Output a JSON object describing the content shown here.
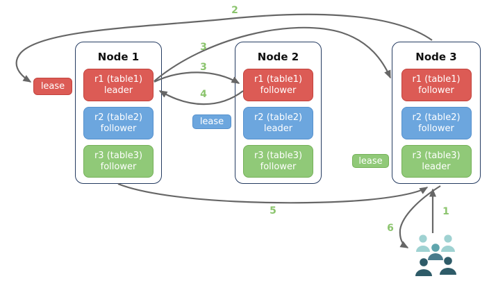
{
  "nodes": [
    {
      "title": "Node 1",
      "replicas": [
        {
          "line1": "r1 (table1)",
          "line2": "leader",
          "color": "red"
        },
        {
          "line1": "r2 (table2)",
          "line2": "follower",
          "color": "blue"
        },
        {
          "line1": "r3 (table3)",
          "line2": "follower",
          "color": "green"
        }
      ]
    },
    {
      "title": "Node 2",
      "replicas": [
        {
          "line1": "r1 (table1)",
          "line2": "follower",
          "color": "red"
        },
        {
          "line1": "r2 (table2)",
          "line2": "leader",
          "color": "blue"
        },
        {
          "line1": "r3 (table3)",
          "line2": "follower",
          "color": "green"
        }
      ]
    },
    {
      "title": "Node 3",
      "replicas": [
        {
          "line1": "r1 (table1)",
          "line2": "follower",
          "color": "red"
        },
        {
          "line1": "r2 (table2)",
          "line2": "follower",
          "color": "blue"
        },
        {
          "line1": "r3 (table3)",
          "line2": "leader",
          "color": "green"
        }
      ]
    }
  ],
  "leases": {
    "red": {
      "label": "lease"
    },
    "blue": {
      "label": "lease"
    },
    "green": {
      "label": "lease"
    }
  },
  "steps": {
    "s1": "1",
    "s2": "2",
    "s3a": "3",
    "s3b": "3",
    "s4": "4",
    "s5": "5",
    "s6": "6"
  },
  "icons": {
    "users": "users-group-icon"
  },
  "colors": {
    "background": "#ffffff",
    "red_fill": "#dc5b55",
    "red_border": "#c2423c",
    "blue_fill": "#6ca6de",
    "blue_border": "#5590cc",
    "green_fill": "#90c978",
    "green_border": "#74b058",
    "node_border": "#233a60",
    "arrow": "#666666",
    "step_label": "#8bc46d",
    "users_light": "#9fd2d2",
    "users_medium": "#5fa5ad",
    "users_slate": "#4a7b8c",
    "users_dark": "#2e5b68"
  }
}
